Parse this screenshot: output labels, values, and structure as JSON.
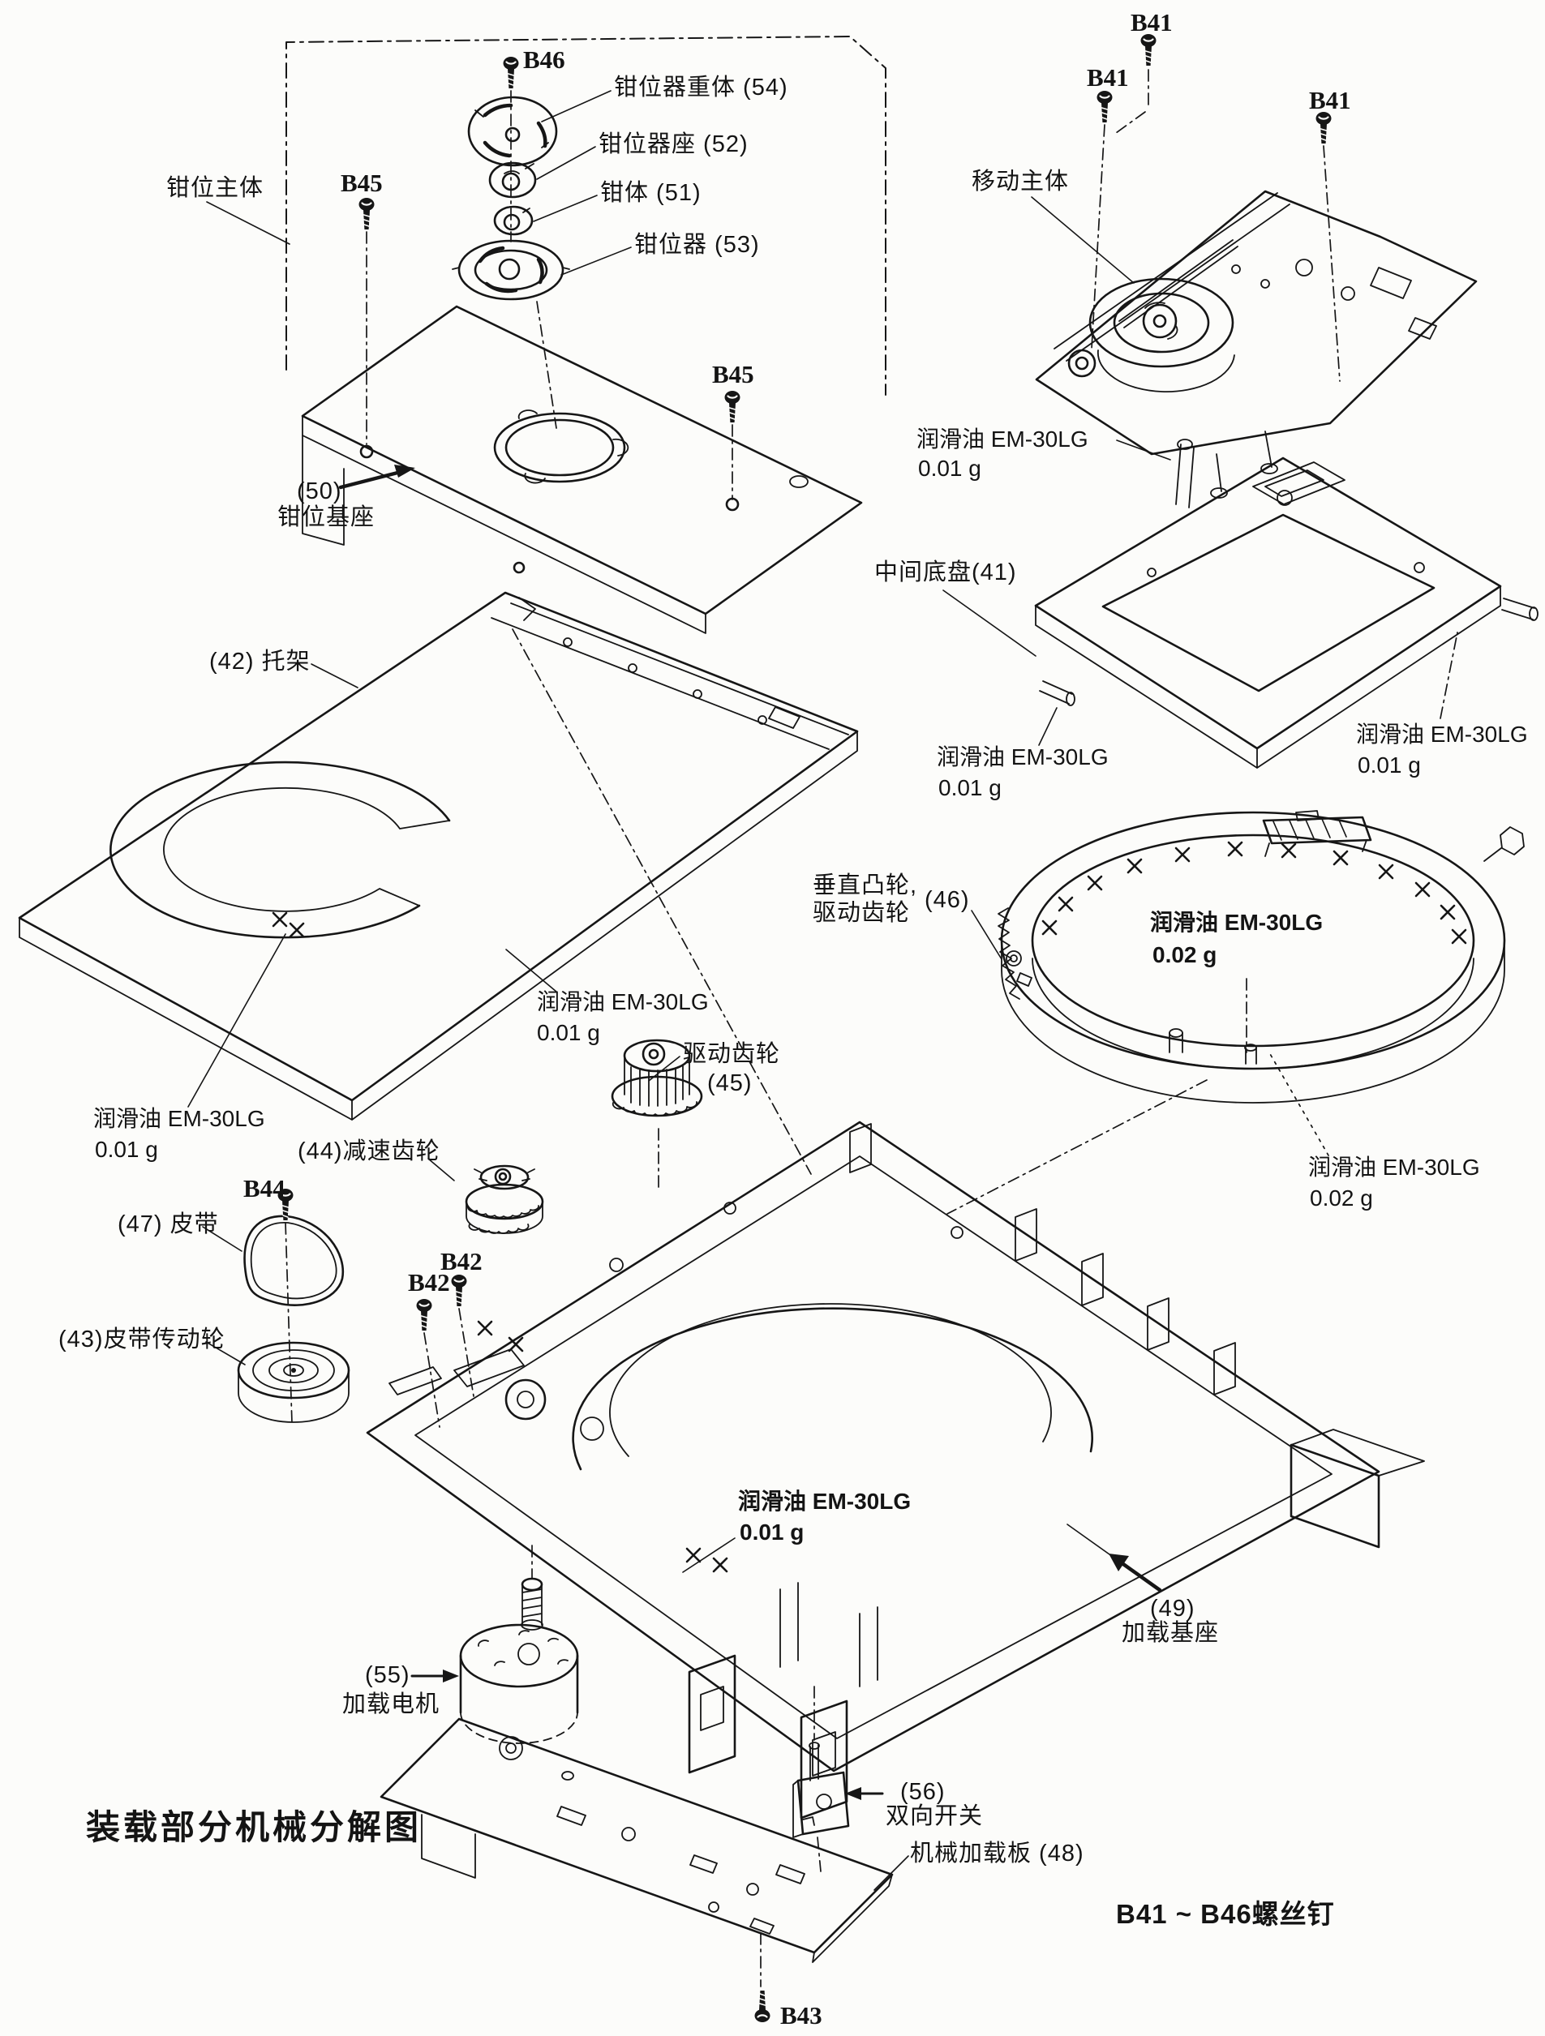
{
  "figure": {
    "title": "装载部分机械分解图",
    "screw_note": "B41 ~ B46螺丝钉"
  },
  "screws": {
    "b41": "B41",
    "b42": "B42",
    "b43": "B43",
    "b44": "B44",
    "b45": "B45",
    "b46": "B46"
  },
  "lube": {
    "name": "润滑油 EM-30LG",
    "amount_001": "0.01 g",
    "amount_002": "0.02 g"
  },
  "parts": {
    "clamp_main": "钳位主体",
    "clamp_weight": "钳位器重体 (54)",
    "clamp_seat": "钳位器座 (52)",
    "clamp_body": "钳体 (51)",
    "clamper": "钳位器 (53)",
    "clamp_base_no": "(50)",
    "clamp_base": "钳位基座",
    "tray": "(42) 托架",
    "moving_body": "移动主体",
    "middle_chassis": "中间底盘(41)",
    "vertical_cam_l1": "垂直凸轮,",
    "vertical_cam_l2": "驱动齿轮",
    "vertical_cam_no": "(46)",
    "drive_gear": "驱动齿轮",
    "drive_gear_no": "(45)",
    "reduction_gear": "(44)减速齿轮",
    "belt": "(47) 皮带",
    "belt_pulley": "(43)皮带传动轮",
    "loading_base_no": "(49)",
    "loading_base": "加载基座",
    "loading_motor_no": "(55)",
    "loading_motor": "加载电机",
    "bidir_switch_no": "(56)",
    "bidir_switch": "双向开关",
    "mech_loading_plate": "机械加载板 (48)"
  }
}
